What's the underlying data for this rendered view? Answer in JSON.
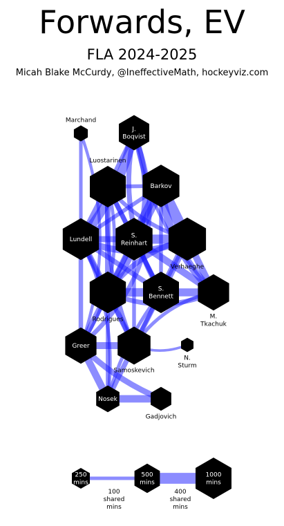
{
  "header": {
    "title": "Forwards, EV",
    "subtitle": "FLA 2024-2025",
    "credit": "Micah Blake McCurdy, @IneffectiveMath, hockeyviz.com"
  },
  "colors": {
    "node": "#000000",
    "edge": "#1a1aff",
    "label_in": "#ffffff",
    "label_out": "#000000"
  },
  "players": [
    {
      "id": "marchand",
      "label": [
        "Marchand"
      ],
      "mins": 150,
      "label_pos": "above"
    },
    {
      "id": "boqvist",
      "label": [
        "J.",
        "Boqvist"
      ],
      "mins": 720,
      "label_pos": "inside"
    },
    {
      "id": "luostarinen",
      "label": [
        "Luostarinen"
      ],
      "mins": 1000,
      "label_pos": "above"
    },
    {
      "id": "barkov",
      "label": [
        "Barkov"
      ],
      "mins": 1050,
      "label_pos": "inside"
    },
    {
      "id": "lundell",
      "label": [
        "Lundell"
      ],
      "mins": 1020,
      "label_pos": "inside"
    },
    {
      "id": "reinhart",
      "label": [
        "S.",
        "Reinhart"
      ],
      "mins": 1060,
      "label_pos": "inside"
    },
    {
      "id": "verhaeghe",
      "label": [
        "Verhaeghe"
      ],
      "mins": 1090,
      "label_pos": "below"
    },
    {
      "id": "rodrigues",
      "label": [
        "Rodrigues"
      ],
      "mins": 1020,
      "label_pos": "below"
    },
    {
      "id": "bennett",
      "label": [
        "S.",
        "Bennett"
      ],
      "mins": 1000,
      "label_pos": "inside"
    },
    {
      "id": "tkachuk",
      "label": [
        "M.",
        "Tkachuk"
      ],
      "mins": 760,
      "label_pos": "below"
    },
    {
      "id": "greer",
      "label": [
        "Greer"
      ],
      "mins": 760,
      "label_pos": "inside"
    },
    {
      "id": "samoskevich",
      "label": [
        "Samoskevich"
      ],
      "mins": 840,
      "label_pos": "below"
    },
    {
      "id": "sturm",
      "label": [
        "N.",
        "Sturm"
      ],
      "mins": 120,
      "label_pos": "below"
    },
    {
      "id": "nosek",
      "label": [
        "Nosek"
      ],
      "mins": 420,
      "label_pos": "inside"
    },
    {
      "id": "gadjovich",
      "label": [
        "Gadjovich"
      ],
      "mins": 330,
      "label_pos": "below"
    }
  ],
  "links": [
    {
      "a": "marchand",
      "b": "lundell",
      "shared": 100
    },
    {
      "a": "marchand",
      "b": "greer",
      "shared": 80
    },
    {
      "a": "boqvist",
      "b": "lundell",
      "shared": 320
    },
    {
      "a": "boqvist",
      "b": "rodrigues",
      "shared": 180
    },
    {
      "a": "boqvist",
      "b": "bennett",
      "shared": 160
    },
    {
      "a": "boqvist",
      "b": "greer",
      "shared": 140
    },
    {
      "a": "boqvist",
      "b": "luostarinen",
      "shared": 120
    },
    {
      "a": "boqvist",
      "b": "tkachuk",
      "shared": 90
    },
    {
      "a": "luostarinen",
      "b": "lundell",
      "shared": 200
    },
    {
      "a": "luostarinen",
      "b": "rodrigues",
      "shared": 180
    },
    {
      "a": "luostarinen",
      "b": "reinhart",
      "shared": 160
    },
    {
      "a": "luostarinen",
      "b": "barkov",
      "shared": 110
    },
    {
      "a": "luostarinen",
      "b": "bennett",
      "shared": 140
    },
    {
      "a": "luostarinen",
      "b": "verhaeghe",
      "shared": 120
    },
    {
      "a": "luostarinen",
      "b": "samoskevich",
      "shared": 110
    },
    {
      "a": "luostarinen",
      "b": "greer",
      "shared": 90
    },
    {
      "a": "barkov",
      "b": "reinhart",
      "shared": 420
    },
    {
      "a": "barkov",
      "b": "verhaeghe",
      "shared": 400
    },
    {
      "a": "barkov",
      "b": "tkachuk",
      "shared": 260
    },
    {
      "a": "barkov",
      "b": "rodrigues",
      "shared": 140
    },
    {
      "a": "barkov",
      "b": "lundell",
      "shared": 120
    },
    {
      "a": "barkov",
      "b": "bennett",
      "shared": 110
    },
    {
      "a": "reinhart",
      "b": "verhaeghe",
      "shared": 330
    },
    {
      "a": "reinhart",
      "b": "tkachuk",
      "shared": 240
    },
    {
      "a": "reinhart",
      "b": "lundell",
      "shared": 200
    },
    {
      "a": "reinhart",
      "b": "rodrigues",
      "shared": 190
    },
    {
      "a": "reinhart",
      "b": "bennett",
      "shared": 150
    },
    {
      "a": "reinhart",
      "b": "samoskevich",
      "shared": 110
    },
    {
      "a": "lundell",
      "b": "verhaeghe",
      "shared": 220
    },
    {
      "a": "lundell",
      "b": "rodrigues",
      "shared": 210
    },
    {
      "a": "lundell",
      "b": "bennett",
      "shared": 160
    },
    {
      "a": "lundell",
      "b": "greer",
      "shared": 140
    },
    {
      "a": "lundell",
      "b": "samoskevich",
      "shared": 130
    },
    {
      "a": "lundell",
      "b": "nosek",
      "shared": 90
    },
    {
      "a": "verhaeghe",
      "b": "bennett",
      "shared": 260
    },
    {
      "a": "verhaeghe",
      "b": "tkachuk",
      "shared": 230
    },
    {
      "a": "verhaeghe",
      "b": "rodrigues",
      "shared": 170
    },
    {
      "a": "verhaeghe",
      "b": "samoskevich",
      "shared": 110
    },
    {
      "a": "rodrigues",
      "b": "bennett",
      "shared": 300
    },
    {
      "a": "rodrigues",
      "b": "greer",
      "shared": 190
    },
    {
      "a": "rodrigues",
      "b": "samoskevich",
      "shared": 180
    },
    {
      "a": "rodrigues",
      "b": "nosek",
      "shared": 120
    },
    {
      "a": "rodrigues",
      "b": "tkachuk",
      "shared": 150
    },
    {
      "a": "bennett",
      "b": "tkachuk",
      "shared": 280
    },
    {
      "a": "bennett",
      "b": "samoskevich",
      "shared": 160
    },
    {
      "a": "bennett",
      "b": "nosek",
      "shared": 100
    },
    {
      "a": "tkachuk",
      "b": "samoskevich",
      "shared": 100
    },
    {
      "a": "greer",
      "b": "samoskevich",
      "shared": 240
    },
    {
      "a": "greer",
      "b": "nosek",
      "shared": 250
    },
    {
      "a": "greer",
      "b": "gadjovich",
      "shared": 190
    },
    {
      "a": "samoskevich",
      "b": "nosek",
      "shared": 160
    },
    {
      "a": "samoskevich",
      "b": "sturm",
      "shared": 60
    },
    {
      "a": "nosek",
      "b": "gadjovich",
      "shared": 260
    }
  ],
  "legend": {
    "nodes": [
      {
        "mins": 250,
        "label": [
          "250",
          "mins"
        ]
      },
      {
        "mins": 500,
        "label": [
          "500",
          "mins"
        ]
      },
      {
        "mins": 1000,
        "label": [
          "1000",
          "mins"
        ]
      }
    ],
    "links": [
      {
        "shared": 100,
        "label": [
          "100",
          "shared",
          "mins"
        ]
      },
      {
        "shared": 400,
        "label": [
          "400",
          "shared",
          "mins"
        ]
      }
    ]
  }
}
